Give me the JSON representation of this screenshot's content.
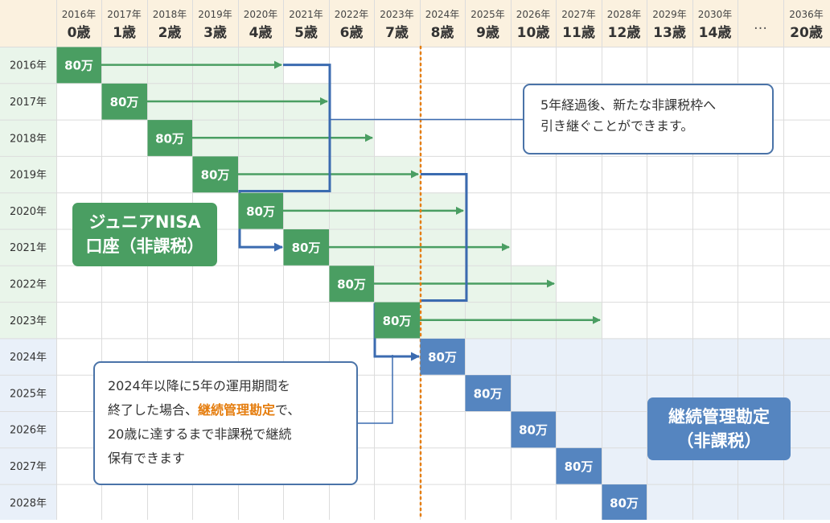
{
  "header": {
    "columns": [
      {
        "year": "2016年",
        "age": "0歳"
      },
      {
        "year": "2017年",
        "age": "1歳"
      },
      {
        "year": "2018年",
        "age": "2歳"
      },
      {
        "year": "2019年",
        "age": "3歳"
      },
      {
        "year": "2020年",
        "age": "4歳"
      },
      {
        "year": "2021年",
        "age": "5歳"
      },
      {
        "year": "2022年",
        "age": "6歳"
      },
      {
        "year": "2023年",
        "age": "7歳"
      },
      {
        "year": "2024年",
        "age": "8歳"
      },
      {
        "year": "2025年",
        "age": "9歳"
      },
      {
        "year": "2026年",
        "age": "10歳"
      },
      {
        "year": "2027年",
        "age": "11歳"
      },
      {
        "year": "2028年",
        "age": "12歳"
      },
      {
        "year": "2029年",
        "age": "13歳"
      },
      {
        "year": "2030年",
        "age": "14歳"
      },
      {
        "year": "",
        "age": "…"
      },
      {
        "year": "2036年",
        "age": "20歳"
      }
    ]
  },
  "rows": [
    "2016年",
    "2017年",
    "2018年",
    "2019年",
    "2020年",
    "2021年",
    "2022年",
    "2023年",
    "2024年",
    "2025年",
    "2026年",
    "2027年",
    "2028年"
  ],
  "amount_label": "80万",
  "junior_nisa_label": {
    "line1": "ジュニアNISA",
    "line2": "口座（非課税）"
  },
  "continuation_label": {
    "line1": "継続管理勘定",
    "line2": "（非課税）"
  },
  "callout_top": {
    "line1": "5年経過後、新たな非課税枠へ",
    "line2": "引き継ぐことができます。"
  },
  "callout_bottom": {
    "line1": "2024年以降に5年の運用期間を",
    "line2_prefix": "終了した場合、",
    "line2_highlight": "継続管理勘定",
    "line2_suffix": "で、",
    "line3": "20歳に達するまで非課税で継続",
    "line4": "保有できます"
  },
  "colors": {
    "green": "#4a9e62",
    "green_light": "#e9f5ea",
    "blue": "#5585c0",
    "blue_light": "#e9f0f9",
    "connector": "#3b6bb0",
    "dotted": "#e57e10",
    "header_bg": "#fbf1df",
    "grid": "#dcdcdc"
  }
}
